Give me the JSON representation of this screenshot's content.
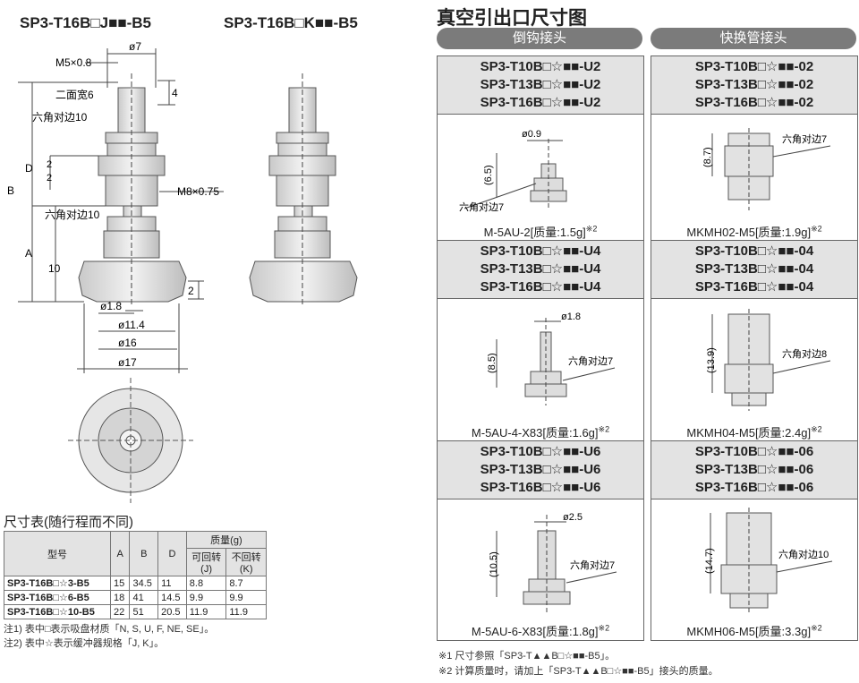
{
  "left": {
    "title_j": "SP3-T16B□J■■-B5",
    "title_k": "SP3-T16B□K■■-B5",
    "drawing_labels": {
      "m5": "M5×0.8",
      "d7": "ø7",
      "two_flat": "二面宽6",
      "hex10_top": "六角对边10",
      "four": "4",
      "D": "D",
      "B": "B",
      "A": "A",
      "two_a": "2",
      "two_b": "2",
      "m8": "M8×0.75",
      "hex10_mid": "六角对边10",
      "ten": "10",
      "two_c": "2",
      "d18": "ø1.8",
      "d114": "ø11.4",
      "d16": "ø16",
      "d17": "ø17"
    },
    "table_title": "尺寸表(随行程而不同)",
    "table": {
      "h_model": "型号",
      "h_a": "A",
      "h_b": "B",
      "h_d": "D",
      "h_mass": "质量(g)",
      "h_j": "可回转\n(J)",
      "h_k": "不回转\n(K)",
      "rows": [
        {
          "model": "SP3-T16B□☆3-B5",
          "a": "15",
          "b": "34.5",
          "d": "11",
          "j": "8.8",
          "k": "8.7"
        },
        {
          "model": "SP3-T16B□☆6-B5",
          "a": "18",
          "b": "41",
          "d": "14.5",
          "j": "9.9",
          "k": "9.9"
        },
        {
          "model": "SP3-T16B□☆10-B5",
          "a": "22",
          "b": "51",
          "d": "20.5",
          "j": "11.9",
          "k": "11.9"
        }
      ]
    },
    "notes": [
      "注1) 表中□表示吸盘材质「N, S, U, F, NE, SE」。",
      "注2) 表中☆表示缓冲器规格「J, K」。"
    ]
  },
  "right": {
    "title": "真空引出口尺寸图",
    "col1_header": "倒钩接头",
    "col2_header": "快换管接头",
    "panels": [
      {
        "models": [
          "SP3-T10B□☆■■-U2",
          "SP3-T13B□☆■■-U2",
          "SP3-T16B□☆■■-U2"
        ],
        "caption": "M-5AU-2[质量:1.5g]",
        "mark": "※2",
        "l1": "ø0.9",
        "l2": "(6.5)",
        "l3": "六角对边7"
      },
      {
        "models": [
          "SP3-T10B□☆■■-02",
          "SP3-T13B□☆■■-02",
          "SP3-T16B□☆■■-02"
        ],
        "caption": "MKMH02-M5[质量:1.9g]",
        "mark": "※2",
        "l1": "(8.7)",
        "l2": "六角对边7"
      },
      {
        "models": [
          "SP3-T10B□☆■■-U4",
          "SP3-T13B□☆■■-U4",
          "SP3-T16B□☆■■-U4"
        ],
        "caption": "M-5AU-4-X83[质量:1.6g]",
        "mark": "※2",
        "l1": "ø1.8",
        "l2": "(8.5)",
        "l3": "六角对边7"
      },
      {
        "models": [
          "SP3-T10B□☆■■-04",
          "SP3-T13B□☆■■-04",
          "SP3-T16B□☆■■-04"
        ],
        "caption": "MKMH04-M5[质量:2.4g]",
        "mark": "※2",
        "l1": "(13.9)",
        "l2": "六角对边8"
      },
      {
        "models": [
          "SP3-T10B□☆■■-U6",
          "SP3-T13B□☆■■-U6",
          "SP3-T16B□☆■■-U6"
        ],
        "caption": "M-5AU-6-X83[质量:1.8g]",
        "mark": "※2",
        "l1": "ø2.5",
        "l2": "(10.5)",
        "l3": "六角对边7"
      },
      {
        "models": [
          "SP3-T10B□☆■■-06",
          "SP3-T13B□☆■■-06",
          "SP3-T16B□☆■■-06"
        ],
        "caption": "MKMH06-M5[质量:3.3g]",
        "mark": "※2",
        "l1": "(14.7)",
        "l2": "六角对边10"
      }
    ],
    "footnotes": [
      "※1 尺寸参照「SP3-T▲▲B□☆■■-B5」。",
      "※2 计算质量时，请加上「SP3-T▲▲B□☆■■-B5」接头的质量。"
    ]
  }
}
